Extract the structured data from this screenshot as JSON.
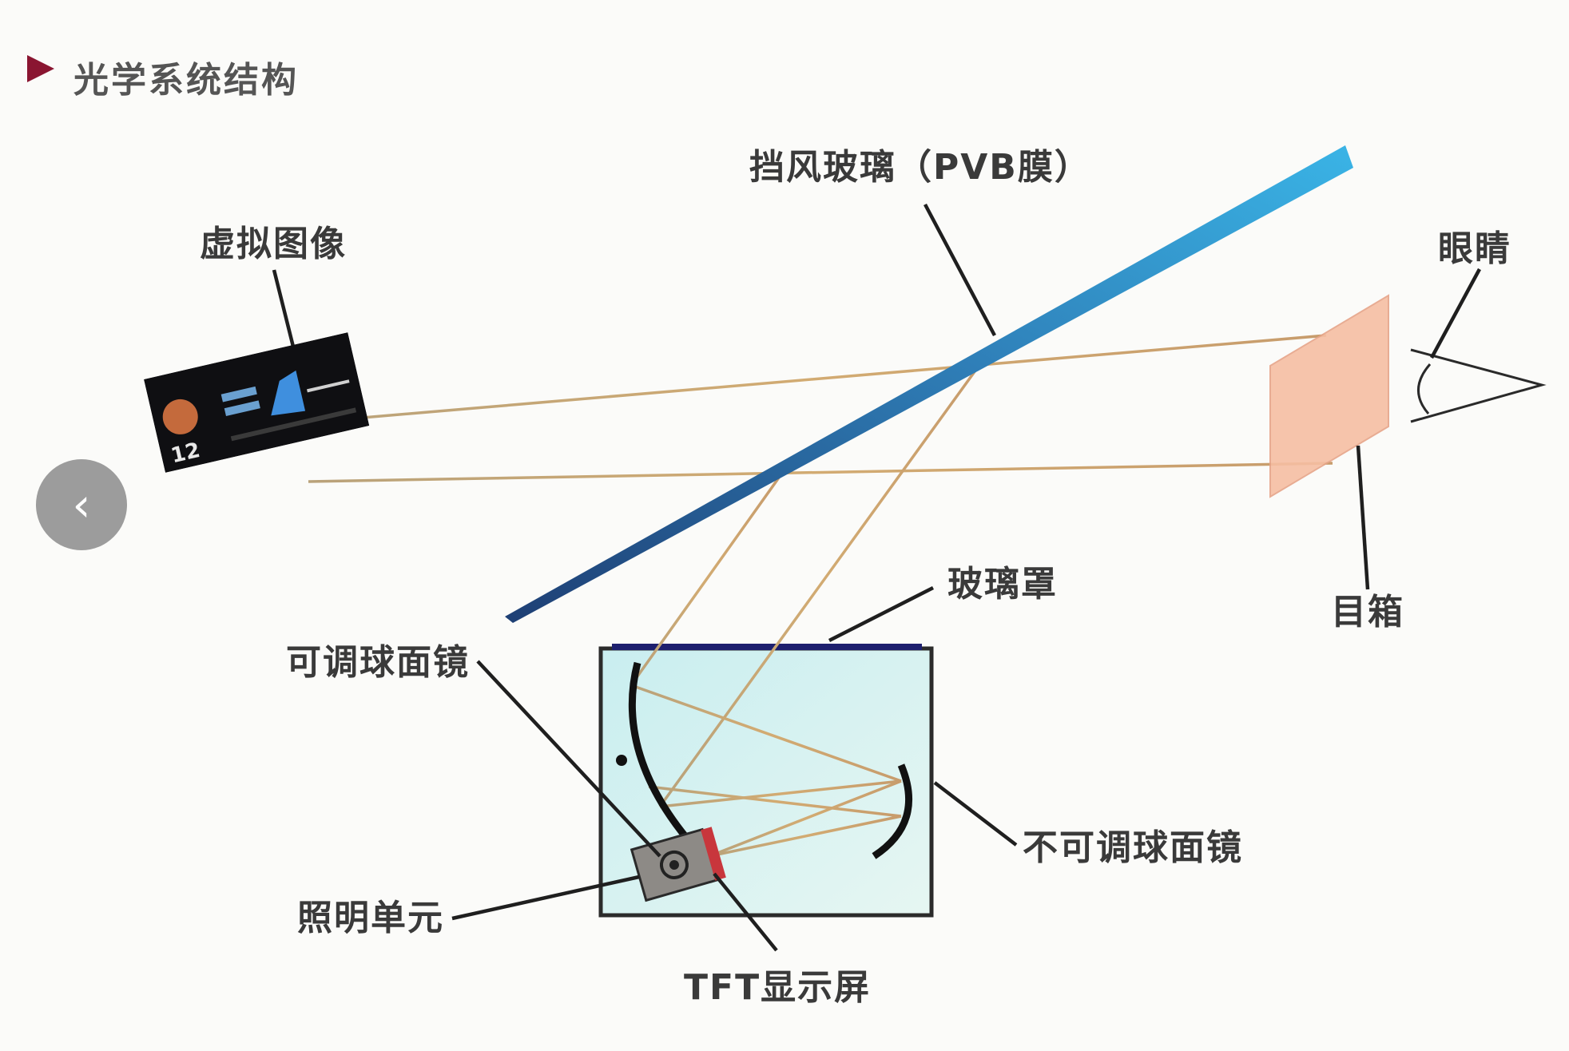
{
  "header": {
    "title": "光学系统结构"
  },
  "labels": {
    "windshield": "挡风玻璃（PVB膜）",
    "virtual_image": "虚拟图像",
    "eye": "眼睛",
    "eyebox": "目箱",
    "glass_cover": "玻璃罩",
    "adjustable_mirror": "可调球面镜",
    "fixed_mirror": "不可调球面镜",
    "illumination_unit": "照明单元",
    "tft_display": "TFT显示屏"
  },
  "virtual_image_screen": {
    "speed_text": "12"
  },
  "nav": {
    "back_icon": "chevron-left-icon"
  },
  "colors": {
    "windshield": "#3aa6d8",
    "header_arrow": "#8a1531",
    "hud_box": "#d8f2ef",
    "eyebox": "#f6bfa3",
    "light_ray": "#c8a66a"
  }
}
